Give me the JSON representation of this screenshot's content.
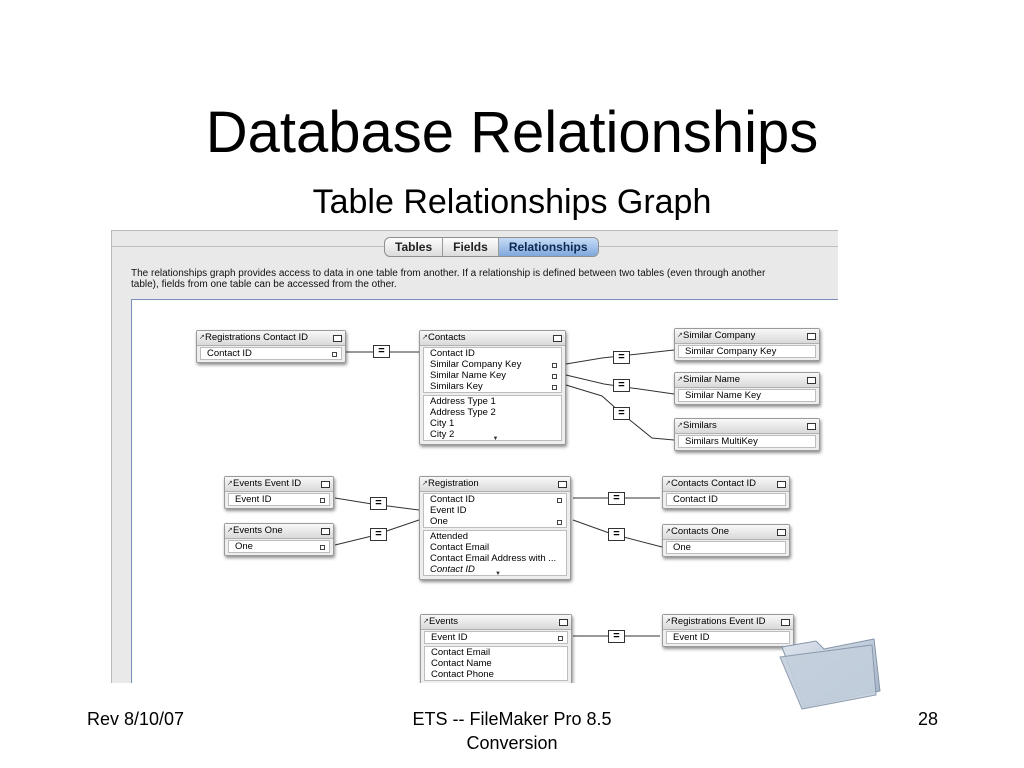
{
  "slide": {
    "title": "Database Relationships",
    "subtitle": "Table Relationships Graph"
  },
  "window": {
    "tabs": [
      {
        "label": "Tables",
        "active": false
      },
      {
        "label": "Fields",
        "active": false
      },
      {
        "label": "Relationships",
        "active": true
      }
    ],
    "description_line1": "The relationships graph provides access to data in one table from another. If a relationship is defined between two tables (even through another",
    "description_line2": "table), fields from one table can be accessed from the other."
  },
  "graph": {
    "registrations_contact_id": {
      "title": "Registrations Contact ID",
      "keys": [
        "Contact ID"
      ]
    },
    "contacts": {
      "title": "Contacts",
      "keys": [
        "Contact ID",
        "Similar Company Key",
        "Similar Name Key",
        "Similars Key"
      ],
      "fields": [
        "Address Type 1",
        "Address Type 2",
        "City 1",
        "City 2"
      ]
    },
    "similar_company": {
      "title": "Similar Company",
      "keys": [
        "Similar Company Key"
      ]
    },
    "similar_name": {
      "title": "Similar Name",
      "keys": [
        "Similar Name Key"
      ]
    },
    "similars": {
      "title": "Similars",
      "keys": [
        "Similars MultiKey"
      ]
    },
    "events_event_id": {
      "title": "Events Event ID",
      "keys": [
        "Event ID"
      ]
    },
    "events_one": {
      "title": "Events One",
      "keys": [
        "One"
      ]
    },
    "registration": {
      "title": "Registration",
      "keys": [
        "Contact ID",
        "Event ID",
        "One"
      ],
      "fields": [
        "Attended",
        "Contact Email",
        "Contact Email Address with ...",
        "Contact ID"
      ]
    },
    "contacts_contact_id": {
      "title": "Contacts Contact ID",
      "keys": [
        "Contact ID"
      ]
    },
    "contacts_one": {
      "title": "Contacts One",
      "keys": [
        "One"
      ]
    },
    "events": {
      "title": "Events",
      "keys": [
        "Event ID"
      ],
      "fields": [
        "Contact Email",
        "Contact Name",
        "Contact Phone"
      ]
    },
    "registrations_event_id": {
      "title": "Registrations Event ID",
      "keys": [
        "Event ID"
      ]
    },
    "operator": "="
  },
  "footer": {
    "left": "Rev 8/10/07",
    "center_line1": "ETS -- FileMaker Pro 8.5",
    "center_line2": "Conversion",
    "page_number": "28"
  },
  "icons": {
    "table_header": "table-handle-icon",
    "collapse": "collapse-toggle-icon",
    "field_bullet": "field-bullet-icon",
    "join": "equals-join-icon",
    "decoration": "folder-icon"
  }
}
